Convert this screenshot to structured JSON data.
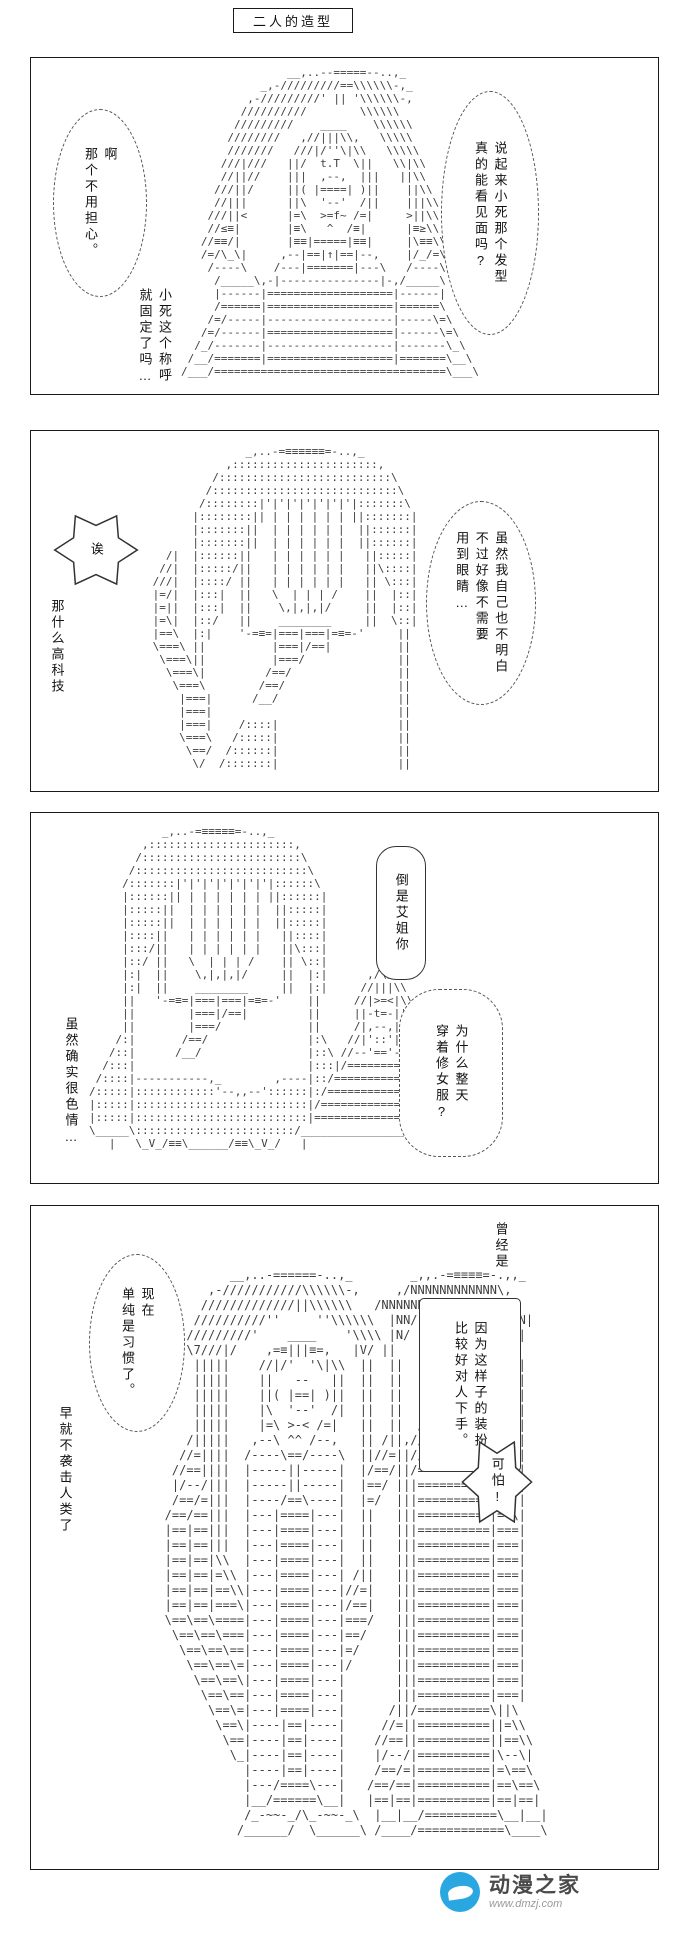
{
  "title": "二人的造型",
  "watermark": {
    "site_name": "动漫之家",
    "site_url": "www.dmzj.com",
    "logo_color": "#2aa7e0"
  },
  "panels": [
    {
      "art": [
        "                __,..--=====--..,_",
        "            _,-/////////==\\\\\\\\\\\\-,_",
        "          ,-/////////' || '\\\\\\\\\\\\-,",
        "         //////////        \\\\\\\\\\\\",
        "        /////////    ____    \\\\\\\\\\\\",
        "       ////////   ,//|||\\\\,   \\\\\\\\\\",
        "       ///////   ///|/''\\|\\\\   \\\\\\\\\\",
        "      ///|///   ||/  t.T  \\||   \\\\|\\\\",
        "      //||//    |||  ,--,  |||   ||\\\\",
        "     ///||/     ||( |====| )||    ||\\\\",
        "     //|||      ||\\  '--'  /||    |||\\\\",
        "    ///||<      |=\\  >=f~ /=|     >||\\\\",
        "    //≤≡|       |≡\\   ^  /≡|      |≡≥\\\\",
        "   //≡≡/|       |≡≡|=====|≡≡|     |\\≡≡\\\\",
        "   /=/\\_\\|     ,--|==|↑|==|--,    |/_/=\\",
        "    /----\\    /---|=======|---\\   /----\\",
        "     /_____\\,-|---------------|-,/_____\\",
        "     |------|===================|------|",
        "     /======|===================|======\\",
        "    /=/-----|-------------------|-----\\=\\",
        "   /=/------|===================|------\\=\\",
        "  /_/-------|-------------------|-------\\_\\",
        " /__/=======|===================|=======\\__\\",
        "/___/===================================\\___\\"
      ],
      "bubbles": [
        {
          "name": "ah-dont-worry",
          "text": "啊\n那个不用担心。"
        },
        {
          "name": "can-you-see",
          "text": "说起来小死那个发型\n真的能看见面吗?"
        },
        {
          "name": "nickname-fixed",
          "text": "小死这个称呼\n就固定了吗…"
        }
      ]
    },
    {
      "art": [
        "               _,..-=≡≡≡≡≡≡=-..,_",
        "            ,::::::::::::::::::::::,",
        "          /::::::::::::::::::::::::::\\",
        "         /::::::::::::::::::::::::::::\\",
        "        /::::::::|'|'|'|'|'|'|'|:::::::\\",
        "       |::::::::|| | | | | | | ||:::::::|",
        "       |:::::::||  | | | | | |  ||::::::|",
        "       |:::::::||  | | | | | |  ||::::::|",
        "   /|  |::::::||   | | | | | |   ||:::::|",
        "  //|  |:::::/||   | | | | | |   ||\\::::|",
        " ///|  |::::/ ||   | | | | | |   || \\:::|",
        " |=/|  |:::|  ||   \\  | | | /    ||  |::|",
        " |=||  |:::|  ||    \\,|,|,|/     ||  |::|",
        " |=\\|  |::/   ||    ________     ||  \\::|",
        " |==\\  |:|    '-=≡=|===|===|=≡=-'     ||",
        " \\===\\ ||          |===|/==|          ||",
        "  \\===\\||          |===/              ||",
        "   \\===\\|         /==/                ||",
        "    \\===\\        /==/                 ||",
        "     |===|      /__/                  ||",
        "     |===|                            ||",
        "     |===|    /::::|                  ||",
        "     \\===\\   /:::::|                  ||",
        "      \\==/  /::::::|                  ||",
        "       \\/  /:::::::|                  ||"
      ],
      "bubbles": [
        {
          "name": "eh",
          "text": "诶"
        },
        {
          "name": "high-tech",
          "text": "那什么高科技"
        },
        {
          "name": "dont-need-eyes",
          "text": "虽然我自己也不明白\n不过好像不需要\n用到眼睛…"
        }
      ]
    },
    {
      "art": [
        "           _,..-=≡≡≡≡≡=-..,_",
        "        ,::::::::::::::::::::::,",
        "       /::::::::::::::::::::::::\\",
        "      /::::::::::::::::::::::::::\\",
        "     /:::::::|'|'|'|'|'|'|'|::::::\\",
        "     |::::::|| | | | | | | ||::::::|",
        "     |:::::||  | | | | | |  ||:::::|",
        "     |:::::||  | | | | | |  ||:::::|",
        "     |::::||   | | | | | |   ||::::|",
        "     |:::/||   | | | | | |   ||\\:::|",
        "     |::/ ||   \\  | | | /    || \\::|",
        "     |:|  ||    \\,|,|,|/     ||  |:|      ,/\\/\\,",
        "     |:|  ||    ________     ||  |:|     //|||\\\\",
        "     ||   '-=≡=|===|===|=≡=-'    ||     //|>=<|\\\\",
        "     ||        |===|/==|         ||     ||-t=-||",
        "     ||        |===/             ||     /|,--,|\\",
        "    /:|       /==/               |:\\   //|'::'|\\\\",
        "   /::|      /__/                |::\\ //--'=='--\\\\",
        "  /:::|                          |:::|/==========\\",
        " /::::|-----------,_        ,----|::/============\\",
        "/:::::|::::::::::::'--,,--'::::::|:/==============\\",
        "|:::::|::::::::::::::::::::::::::|/================|",
        "|:::::|::::::::::::::::::::::::::|=================|",
        "\\_____\\::::::::::::::::::::::::/___________________/",
        "   |   \\_V_/≡≡\\______/≡≡\\_V_/   |"
      ],
      "bubbles": [
        {
          "name": "ai-nee",
          "text": "倒是艾姐你"
        },
        {
          "name": "why-nun-outfit",
          "text": "为什么整天\n穿着修女服?"
        },
        {
          "name": "erotic",
          "text": "虽然确实很色情…"
        }
      ]
    },
    {
      "art": [
        "            __,..-======-..,_        _,,.-=≡≡≡≡=-.,,_",
        "         ,-///////////\\\\\\\\\\\\-,     ,/NNNNNNNNNNNN\\,",
        "        /////////////||\\\\\\\\\\\\   /NNNNNNNNNNNNNNNN\\",
        "       //////////''     ''\\\\\\\\\\\\  |NN/''        ''\\NN|",
        "      /////////'    ____    '\\\\\\\\ |N/    -=≡=-    \\N|",
        "      \\7///|/    ,=≡|||≡=,   |V/ ||   ,=≡||≡=,    ||",
        "       |||||    //|/'  '\\|\\\\  ||  ||  r=≡||||≡=i   ||",
        "       |||||    ||   --   ||  ||  ||  |(|====|)|   ||",
        "       |||||    ||( |==| )||  ||  ||  |\\ >=< /|    ||",
        "       |||||    |\\  '--'  /|  ||  ||  | |~=~| |    ||",
        "       |||||    |=\\ >-< /=|   ||  ||  /|,---,|\\    ||",
        "      /|||||   ,--\\ ^^ /--,   || /||,//|:::::|\\\\,  ||",
        "     //=||||  /----\\==/----\\  ||//=||//-'==='-\\\\\\  ||",
        "    //==||||  |-----||-----|  |/==/||/==========\\| ||",
        "    |/--/|||  |-----||-----|  |==/ |||==========|\\ ||",
        "    /==/=|||  |----/==\\----|  |=/  |||==========|=\\||",
        "   /==/==|||  |---|====|---|  ||   |||==========|==\\|",
        "   |==|==|||  |---|====|---|  ||   |||==========|===|",
        "   |==|==|||  |---|====|---|  ||   |||==========|===|",
        "   |==|==|\\\\  |---|====|---|  ||   |||==========|===|",
        "   |==|==|=\\\\ |---|====|---| /||   |||==========|===|",
        "   |==|==|==\\\\|---|====|---|//=|   |||==========|===|",
        "   |==|==|===\\|---|====|---|/==|   |||==========|===|",
        "   \\==\\==\\====|---|====|---|===/   |||==========|===|",
        "    \\==\\==\\===|---|====|---|==/    |||==========|===|",
        "     \\==\\==\\==|---|====|---|=/     |||==========|===|",
        "      \\==\\==\\=|---|====|---|/      |||==========|===|",
        "       \\==\\==\\|---|====|---|       |||==========|===|",
        "        \\==\\==|---|====|---|       |||==========|===|",
        "         \\==\\=|---|====|---|      /||/==========\\||\\",
        "          \\==\\|----|==|----|     //=||==========||=\\\\",
        "           \\==|----|==|----|    //==||==========||==\\\\",
        "            \\_|----|==|----|    |/--/|==========|\\--\\|",
        "              |----|==|----|    /==/=|==========|=\\==\\",
        "              |---/====\\---|   /==/==|==========|==\\==\\",
        "              |__/======\\__|   |==|==|==========|==|==|",
        "              /_-~~-_/\\_-~~-_\\  |__|__/==========\\__|__|",
        "             /______/  \\______\\ /____/============\\____\\"
      ],
      "bubbles": [
        {
          "name": "used-to-be",
          "text": "曾经是"
        },
        {
          "name": "easier-to-attack",
          "text": "因为这样子的装扮\n比较好对人下手。"
        },
        {
          "name": "just-habit",
          "text": "现在\n单纯是习惯了。"
        },
        {
          "name": "no-longer-attack",
          "text": "早就不袭击人类了"
        },
        {
          "name": "scary",
          "text": "可怕!"
        }
      ]
    }
  ]
}
